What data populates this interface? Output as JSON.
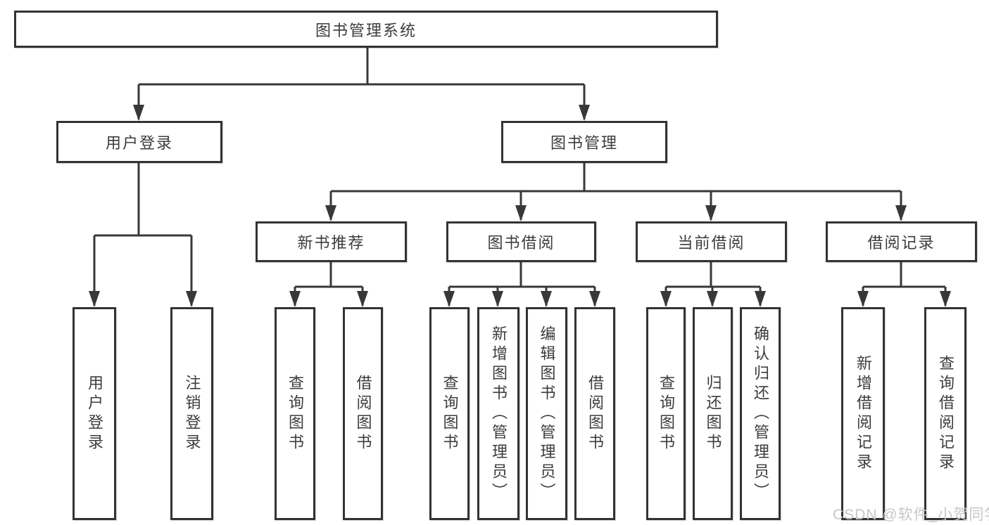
{
  "colors": {
    "background": "#ffffff",
    "line": "#383838",
    "box_border": "#333333",
    "text": "#3c3c3c",
    "watermark": "#c7c7c7"
  },
  "watermark": "CSDN @软件_小贺同学",
  "tree": {
    "root": {
      "label": "图书管理系统"
    },
    "children": [
      {
        "label": "用户登录",
        "children": [
          {
            "label": "用户登录"
          },
          {
            "label": "注销登录"
          }
        ]
      },
      {
        "label": "图书管理",
        "children": [
          {
            "label": "新书推荐",
            "children": [
              {
                "label": "查询图书"
              },
              {
                "label": "借阅图书"
              }
            ]
          },
          {
            "label": "图书借阅",
            "children": [
              {
                "label": "查询图书"
              },
              {
                "label": "新增图书（管理员）"
              },
              {
                "label": "编辑图书（管理员）"
              },
              {
                "label": "借阅图书"
              }
            ]
          },
          {
            "label": "当前借阅",
            "children": [
              {
                "label": "查询图书"
              },
              {
                "label": "归还图书"
              },
              {
                "label": "确认归还（管理员）"
              }
            ]
          },
          {
            "label": "借阅记录",
            "children": [
              {
                "label": "新增借阅记录"
              },
              {
                "label": "查询借阅记录"
              }
            ]
          }
        ]
      }
    ]
  }
}
